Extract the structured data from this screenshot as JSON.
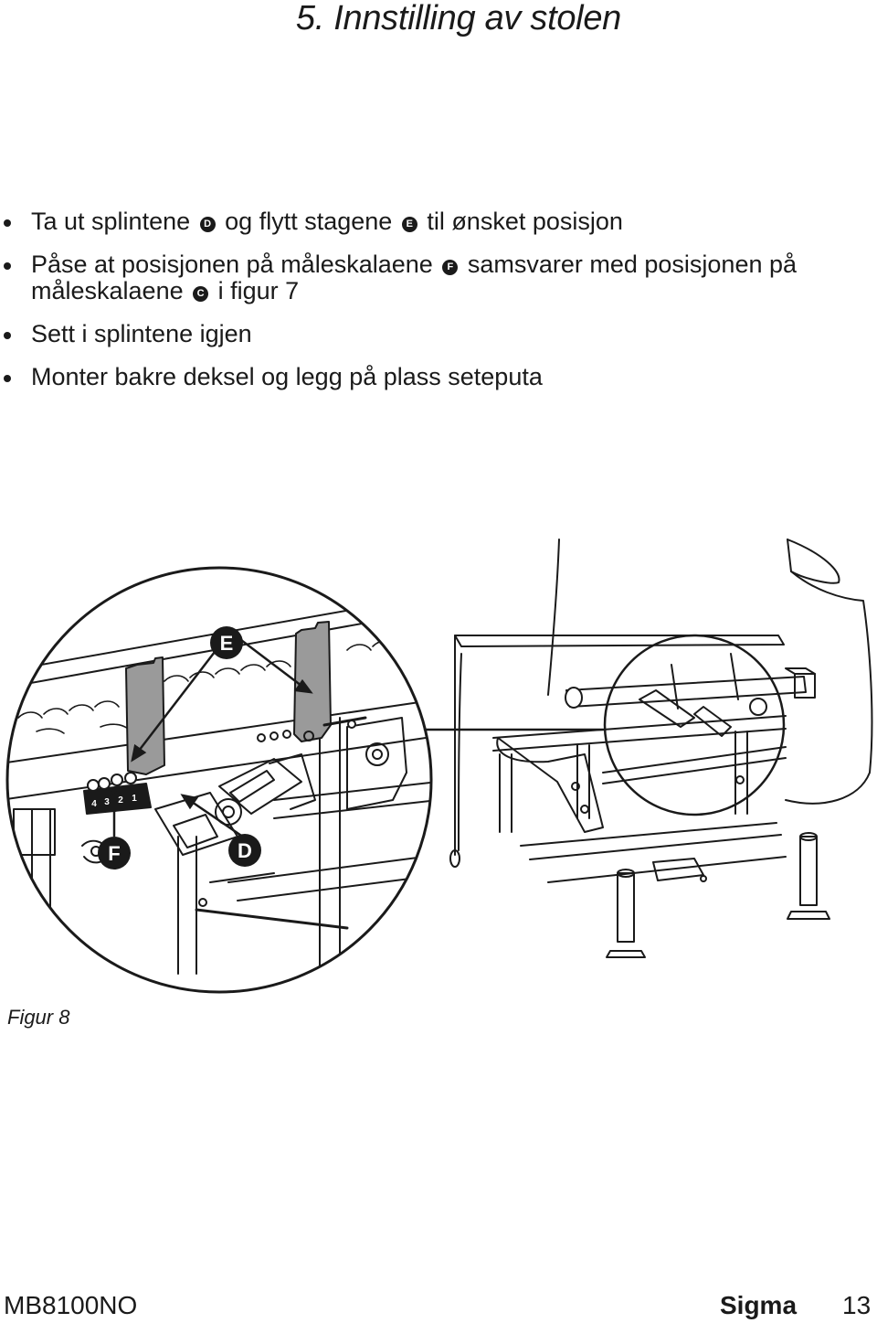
{
  "header": {
    "title": "5. Innstilling av stolen"
  },
  "instructions": {
    "b1": {
      "t1": "Ta ut splintene",
      "badge1": "D",
      "t2": "og flytt stagene",
      "badge2": "E",
      "t3": "til ønsket posisjon"
    },
    "b2": {
      "t1": "Påse at posisjonen på måleskalaene",
      "badge1": "F",
      "t2": "samsvarer med posisjonen på måleskalaene",
      "badge2": "C",
      "t3": "i figur 7"
    },
    "b3": {
      "text": "Sett i splintene igjen"
    },
    "b4": {
      "text": "Monter bakre deksel og legg på plass seteputa"
    }
  },
  "figure": {
    "callouts": {
      "e": "E",
      "f": "F",
      "d": "D"
    },
    "scale_marks": [
      "4",
      "3",
      "2",
      "1"
    ],
    "caption": "Figur 8"
  },
  "footer": {
    "doc_code": "MB8100NO",
    "brand": "Sigma",
    "page_number": "13"
  },
  "colors": {
    "ink": "#1a1a1a",
    "bracket_gray": "#9a9a9a",
    "background": "#ffffff"
  }
}
